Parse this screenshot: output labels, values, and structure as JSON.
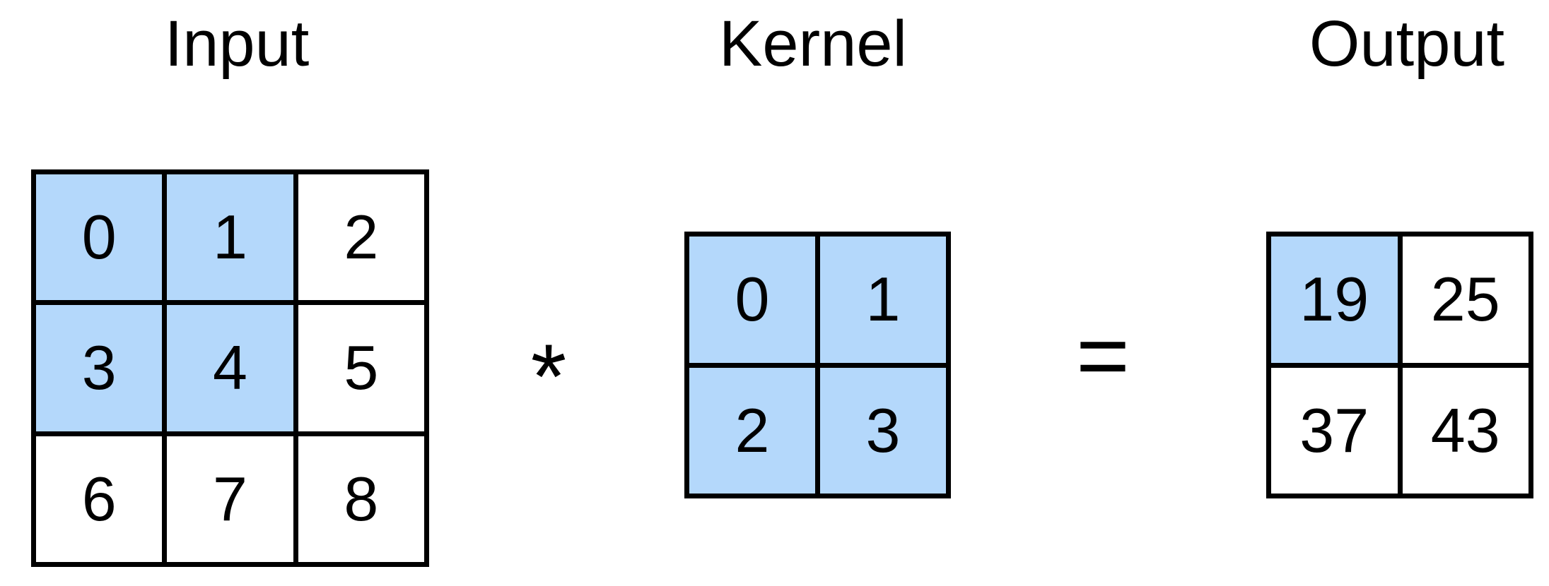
{
  "titles": {
    "input": "Input",
    "kernel": "Kernel",
    "output": "Output"
  },
  "operators": {
    "convolve": "*",
    "equals": "="
  },
  "highlight_color": "#b4d8fb",
  "input": {
    "values": [
      "0",
      "1",
      "2",
      "3",
      "4",
      "5",
      "6",
      "7",
      "8"
    ],
    "highlighted": [
      true,
      true,
      false,
      true,
      true,
      false,
      false,
      false,
      false
    ]
  },
  "kernel": {
    "values": [
      "0",
      "1",
      "2",
      "3"
    ],
    "highlighted": [
      true,
      true,
      true,
      true
    ]
  },
  "output": {
    "values": [
      "19",
      "25",
      "37",
      "43"
    ],
    "highlighted": [
      true,
      false,
      false,
      false
    ]
  }
}
